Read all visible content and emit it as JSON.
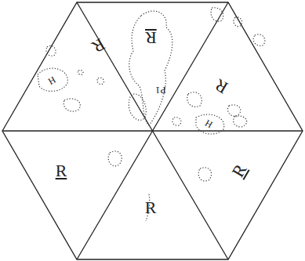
{
  "diagram": {
    "labels": [
      "R",
      "P1",
      "R",
      "H",
      "R",
      "H",
      "R",
      "R",
      "R"
    ]
  }
}
